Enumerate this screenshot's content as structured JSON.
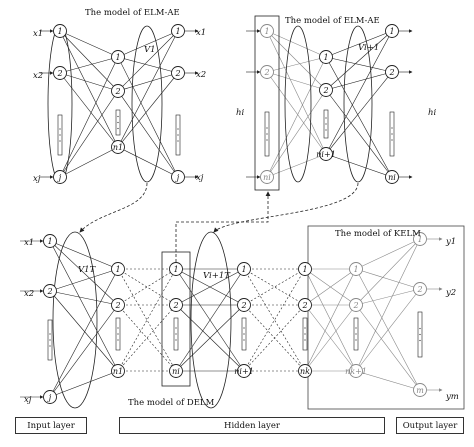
{
  "top_left": {
    "title": "The model of ELM-AE",
    "inputs": [
      "x1",
      "x2",
      "xj"
    ],
    "input_nodes": [
      "1",
      "2",
      "j"
    ],
    "hidden_nodes": [
      "1",
      "2",
      "n1"
    ],
    "output_nodes": [
      "1",
      "2",
      "j"
    ],
    "outputs": [
      "x1",
      "x2",
      "xj"
    ],
    "weight_label": "V1"
  },
  "top_right": {
    "title": "The model of ELM-AE",
    "input_label": "hi",
    "output_label": "hi",
    "input_nodes": [
      "1",
      "2",
      "ni"
    ],
    "hidden_nodes": [
      "1",
      "2",
      "ni+1"
    ],
    "output_nodes": [
      "1",
      "2",
      "ni"
    ],
    "weight_label": "Vi+1"
  },
  "bottom": {
    "title_delm": "The model of DELM",
    "title_kelm": "The model of KELM",
    "inputs": [
      "x1",
      "x2",
      "xj"
    ],
    "outputs": [
      "y1",
      "y2",
      "ym"
    ],
    "weight_label_1": "V1T",
    "weight_label_2": "Vi+1T",
    "input_nodes": [
      "1",
      "2",
      "j"
    ],
    "h1_nodes": [
      "1",
      "2",
      "n1"
    ],
    "h2_nodes": [
      "1",
      "2",
      "ni"
    ],
    "h3_nodes": [
      "1",
      "2",
      "ni+1"
    ],
    "h4_nodes": [
      "1",
      "2",
      "nk"
    ],
    "h5_nodes": [
      "1",
      "2",
      "nk+1"
    ],
    "output_nodes": [
      "1",
      "2",
      "m"
    ]
  },
  "footer": {
    "input_layer": "Input layer",
    "hidden_layer": "Hidden layer",
    "output_layer": "Output layer"
  }
}
